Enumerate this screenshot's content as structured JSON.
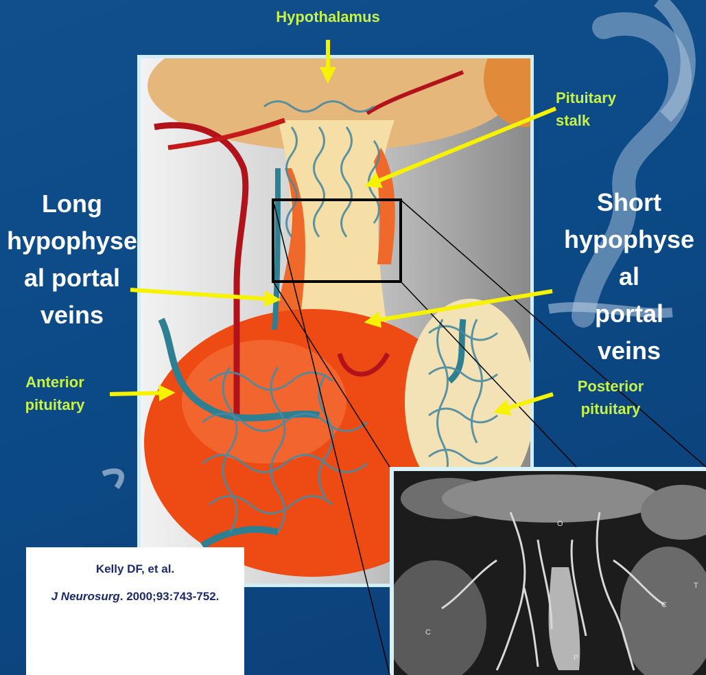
{
  "labels": {
    "hypothalamus": "Hypothalamus",
    "pituitary_stalk_line1": "Pituitary",
    "pituitary_stalk_line2": "stalk",
    "long_portal_line1": "Long",
    "long_portal_line2": "hypophyse",
    "long_portal_line3": "al portal",
    "long_portal_line4": "veins",
    "short_portal_line1": "Short",
    "short_portal_line2": "hypophyse",
    "short_portal_line3": "al",
    "short_portal_line4": "portal",
    "short_portal_line5": "veins",
    "anterior_line1": "Anterior",
    "anterior_line2": "pituitary",
    "posterior_line1": "Posterior",
    "posterior_line2": "pituitary"
  },
  "citation": {
    "authors": "Kelly DF, et al.",
    "journal": "J Neurosurg",
    "details": ". 2000;93:743-752."
  },
  "inset_letters": {
    "o": "O",
    "c_left": "C",
    "c_right": "C",
    "p": "P",
    "t": "T"
  },
  "colors": {
    "background": "#0d4a87",
    "label_yellow": "#c8f24a",
    "arrow_yellow": "#f7f200",
    "citation_text": "#1a2a6c",
    "frame": "#cfeef6"
  }
}
